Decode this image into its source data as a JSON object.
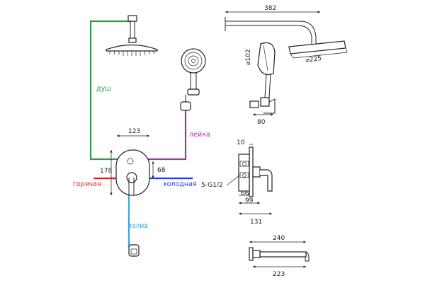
{
  "pipes": {
    "shower": {
      "label": "душ",
      "color": "#2e9b4a"
    },
    "hand": {
      "label": "лейка",
      "color": "#9b3a9b"
    },
    "hot": {
      "label": "горячая",
      "color": "#d42a2a"
    },
    "cold": {
      "label": "холодная",
      "color": "#2a3ad4"
    },
    "spout": {
      "label": "излив",
      "color": "#3aa6d4"
    }
  },
  "dimensions": {
    "arm_length": "382",
    "head_diameter": "⌀225",
    "hand_diameter": "⌀102",
    "holder_width": "80",
    "plate_width": "123",
    "plate_height": "178",
    "axis_offset": "68",
    "side_10": "10",
    "thread": "5-G1/2",
    "side_66": "66",
    "side_99": "99",
    "side_131": "131",
    "spout_240": "240",
    "spout_223": "223"
  }
}
